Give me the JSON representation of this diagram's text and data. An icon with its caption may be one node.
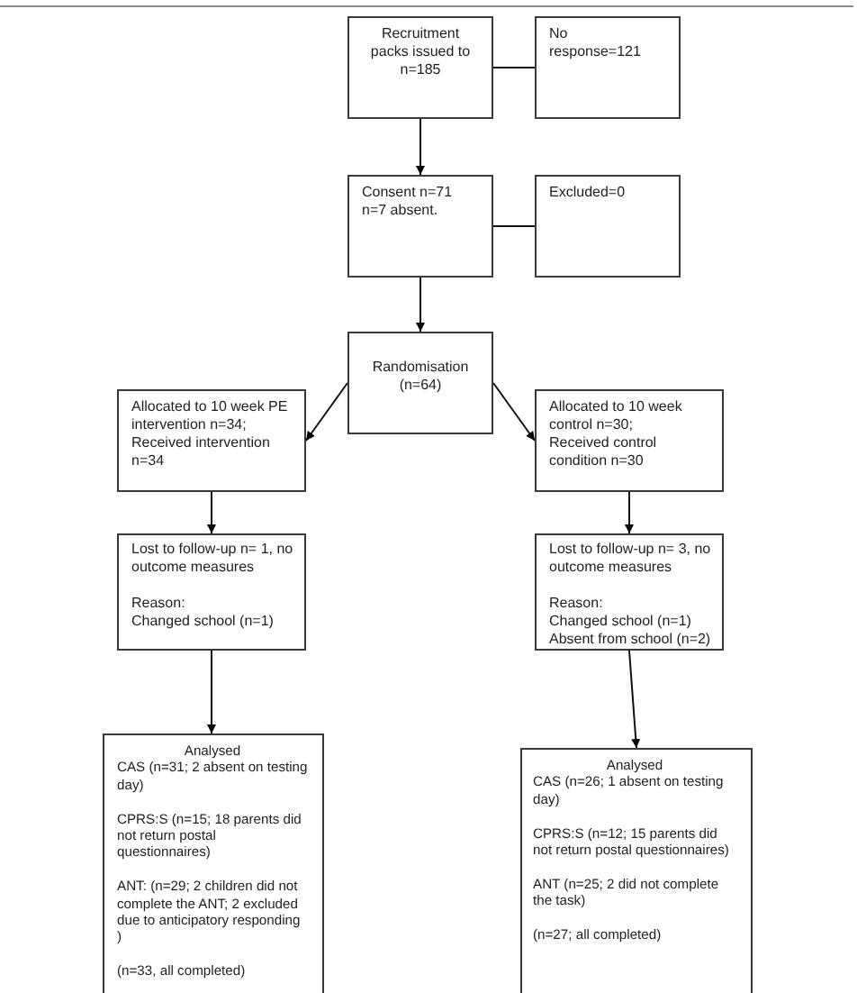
{
  "diagram": {
    "nodes": [
      {
        "text": [
          "Recruitment packs issued to n=185"
        ]
      },
      {
        "text": [
          "No response=121"
        ]
      },
      {
        "text": [
          "Consent n=71",
          "n=7 absent."
        ]
      },
      {
        "text": [
          "Excluded=0"
        ]
      },
      {
        "text": [
          "Randomisation (n=64)"
        ]
      },
      {
        "text": [
          "Allocated to 10 week PE intervention n=34;",
          "Received intervention n=34"
        ]
      },
      {
        "text": [
          "Allocated to 10 week control n=30;",
          "Received control condition n=30"
        ]
      },
      {
        "text": [
          "Lost to follow-up n= 1, no outcome measures",
          "Reason:",
          "Changed school (n=1)"
        ]
      },
      {
        "text": [
          "Lost to follow-up n= 3, no outcome measures",
          "Reason:",
          "Changed school (n=1)",
          "Absent from school (n=2)"
        ]
      },
      {
        "text": [
          "Analysed",
          "CAS (n=31; 2 absent on testing day)",
          "CPRS:S (n=15; 18 parents did not return postal questionnaires)",
          "ANT: (n=29; 2 children did not complete the ANT; 2 excluded due to anticipatory responding )",
          "(n=33, all completed)"
        ]
      },
      {
        "text": [
          "Analysed",
          "CAS (n=26; 1 absent on testing day)",
          "CPRS:S (n=12; 15 parents did not return postal questionnaires)",
          "ANT (n=25; 2 did not complete the task)",
          "(n=27; all completed)"
        ]
      }
    ],
    "edges": [
      {
        "from": 0,
        "to": 1,
        "arrow": "none"
      },
      {
        "from": 0,
        "to": 2,
        "arrow": "to"
      },
      {
        "from": 2,
        "to": 3,
        "arrow": "none"
      },
      {
        "from": 2,
        "to": 4,
        "arrow": "to"
      },
      {
        "from": 4,
        "to": 5,
        "arrow": "to"
      },
      {
        "from": 4,
        "to": 6,
        "arrow": "to"
      },
      {
        "from": 5,
        "to": 7,
        "arrow": "to"
      },
      {
        "from": 6,
        "to": 8,
        "arrow": "to"
      },
      {
        "from": 7,
        "to": 9,
        "arrow": "to"
      },
      {
        "from": 8,
        "to": 10,
        "arrow": "to"
      }
    ]
  }
}
